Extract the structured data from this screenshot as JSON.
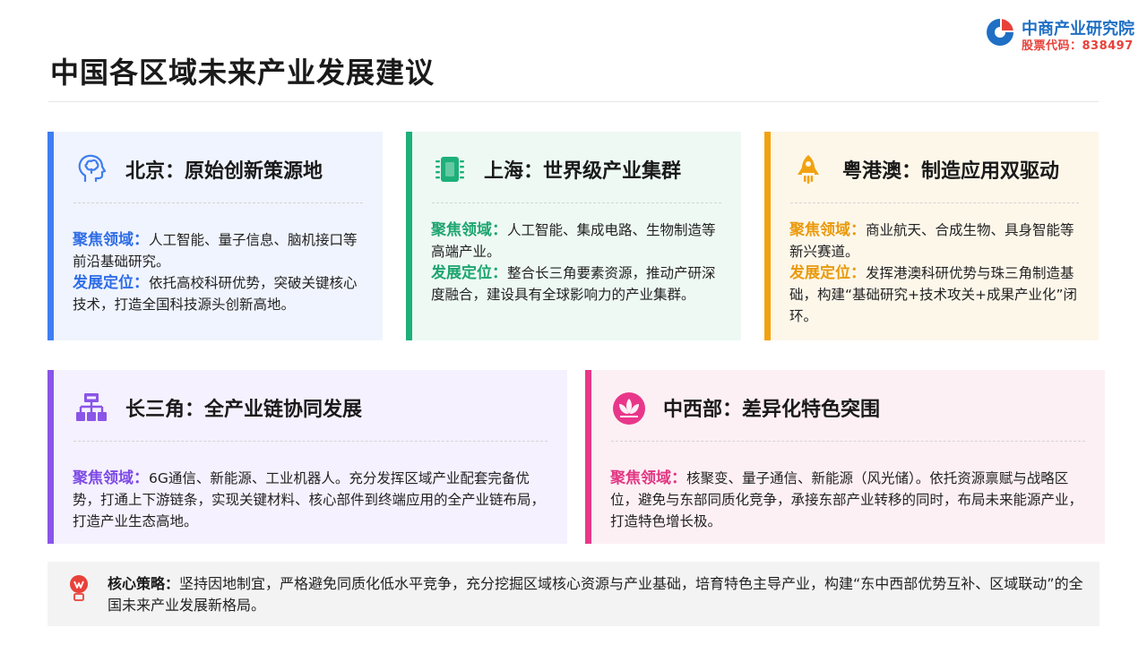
{
  "header": {
    "title": "中国各区域未来产业发展建议",
    "brand_name": "中商产业研究院",
    "brand_code": "股票代码：838497"
  },
  "cards": [
    {
      "icon": "brain-head-icon",
      "color": "#3f7ef0",
      "heading": "北京：原始创新策源地",
      "focus_label": "聚焦领域：",
      "focus_text": "人工智能、量子信息、脑机接口等前沿基础研究。",
      "position_label": "发展定位：",
      "position_text": "依托高校科研优势，突破关键核心技术，打造全国科技源头创新高地。"
    },
    {
      "icon": "chip-icon",
      "color": "#1db07a",
      "heading": "上海：世界级产业集群",
      "focus_label": "聚焦领域：",
      "focus_text": "人工智能、集成电路、生物制造等高端产业。",
      "position_label": "发展定位：",
      "position_text": "整合长三角要素资源，推动产研深度融合，建设具有全球影响力的产业集群。"
    },
    {
      "icon": "rocket-icon",
      "color": "#f2a20f",
      "heading": "粤港澳：制造应用双驱动",
      "focus_label": "聚焦领域：",
      "focus_text": "商业航天、合成生物、具身智能等新兴赛道。",
      "position_label": "发展定位：",
      "position_text": "发挥港澳科研优势与珠三角制造基础，构建“基础研究+技术攻关+成果产业化”闭环。"
    },
    {
      "icon": "hierarchy-icon",
      "color": "#8a55e8",
      "heading": "长三角：全产业链协同发展",
      "focus_label": "聚焦领域：",
      "focus_text": "6G通信、新能源、工业机器人。充分发挥区域产业配套完备优势，打通上下游链条，实现关键材料、核心部件到终端应用的全产业链布局，打造产业生态高地。"
    },
    {
      "icon": "lotus-icon",
      "color": "#e8378a",
      "heading": "中西部：差异化特色突围",
      "focus_label": "聚焦领域：",
      "focus_text": "核聚变、量子通信、新能源（风光储）。依托资源禀赋与战略区位，避免与东部同质化竞争，承接东部产业转移的同时，布局未来能源产业，打造特色增长极。"
    }
  ],
  "strategy": {
    "icon": "pin-badge-icon",
    "label": "核心策略：",
    "text": "坚持因地制宜，严格避免同质化低水平竞争，充分挖掘区域核心资源与产业基础，培育特色主导产业，构建“东中西部优势互补、区域联动”的全国未来产业发展新格局。"
  }
}
